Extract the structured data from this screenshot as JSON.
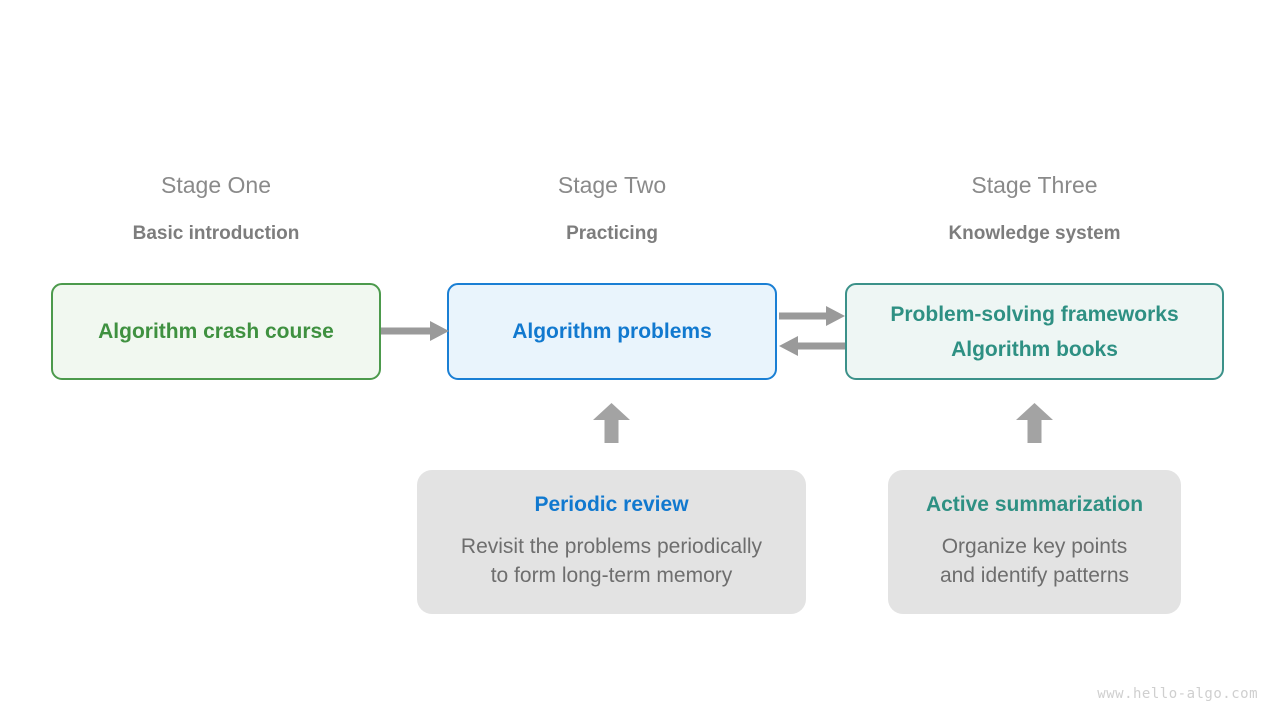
{
  "diagram": {
    "watermark": "www.hello-algo.com",
    "colors": {
      "green": "#3f9140",
      "green_border": "#4c9a4c",
      "green_fill": "#f1f8f0",
      "blue": "#1179cf",
      "blue_border": "#1a7fd4",
      "blue_fill": "#e9f4fc",
      "teal": "#2e9083",
      "teal_border": "#3b9189",
      "teal_fill": "#eef6f4",
      "gray_box": "#e3e3e3",
      "gray_text": "#6e6e6e",
      "arrow": "#9a9a9a",
      "header": "#8a8a8a"
    },
    "stages": [
      {
        "title": "Stage One",
        "subtitle": "Basic introduction",
        "box_lines": [
          "Algorithm crash course"
        ]
      },
      {
        "title": "Stage Two",
        "subtitle": "Practicing",
        "box_lines": [
          "Algorithm problems"
        ]
      },
      {
        "title": "Stage Three",
        "subtitle": "Knowledge system",
        "box_lines": [
          "Problem-solving frameworks",
          "Algorithm books"
        ]
      }
    ],
    "support": [
      {
        "title": "Periodic review",
        "body": "Revisit the problems periodically\nto form long-term memory"
      },
      {
        "title": "Active summarization",
        "body": "Organize key points\nand identify patterns"
      }
    ],
    "arrows": [
      {
        "name": "stage-one-to-stage-two",
        "direction": "right"
      },
      {
        "name": "stage-two-to-stage-three",
        "direction": "right"
      },
      {
        "name": "stage-three-to-stage-two",
        "direction": "left"
      },
      {
        "name": "periodic-review-to-stage-two",
        "direction": "up"
      },
      {
        "name": "active-summarization-to-stage-three",
        "direction": "up"
      }
    ]
  }
}
